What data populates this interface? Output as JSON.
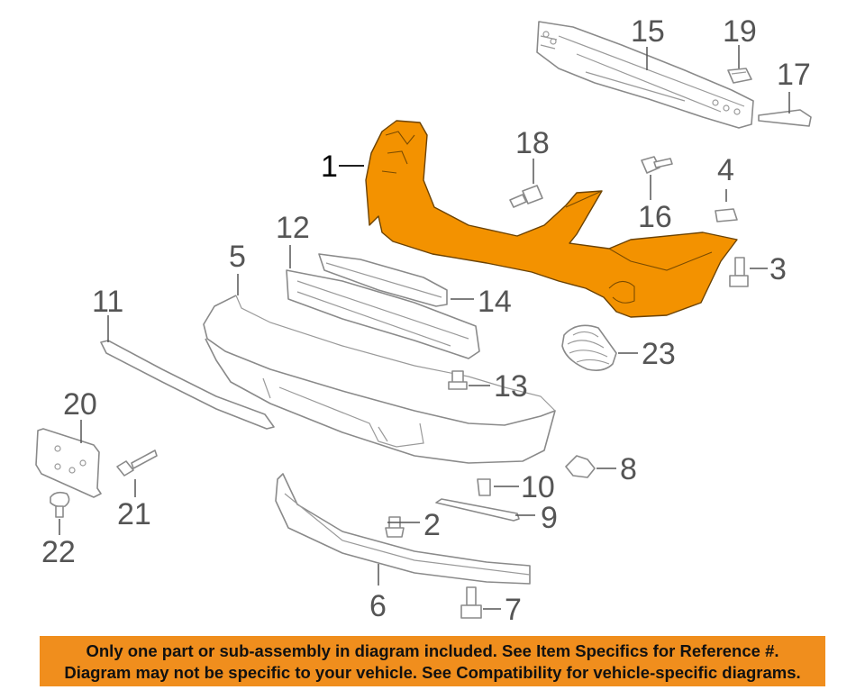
{
  "callouts": {
    "c1": "1",
    "c2": "2",
    "c3": "3",
    "c4": "4",
    "c5": "5",
    "c6": "6",
    "c7": "7",
    "c8": "8",
    "c9": "9",
    "c10": "10",
    "c11": "11",
    "c12": "12",
    "c13": "13",
    "c14": "14",
    "c15": "15",
    "c16": "16",
    "c17": "17",
    "c18": "18",
    "c19": "19",
    "c20": "20",
    "c21": "21",
    "c22": "22",
    "c23": "23"
  },
  "footer": {
    "line1": "Only one part or sub-assembly in diagram included. See Item Specifics for Reference #.",
    "line2": "Diagram may not be specific to your vehicle. See Compatibility for vehicle-specific diagrams."
  },
  "colors": {
    "highlight": "#f39200",
    "footer_bg": "#f08e1d",
    "line_art": "#8a8a8a"
  }
}
